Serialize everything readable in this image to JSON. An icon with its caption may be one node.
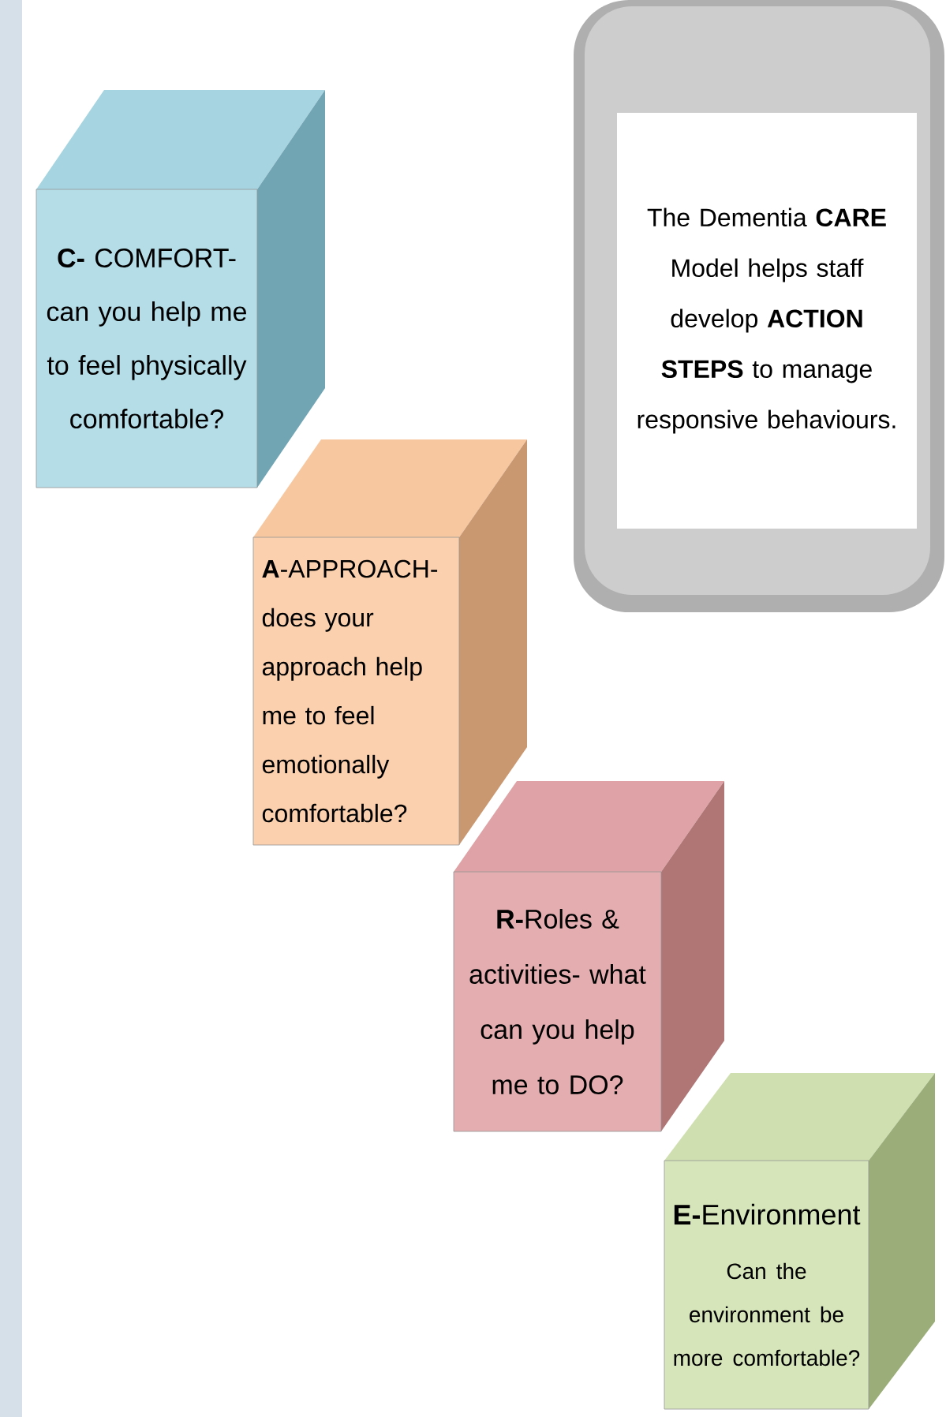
{
  "diagram": {
    "nodes": [
      {
        "text": [
          "**C-** COMFORT- can you help me to feel physically comfortable?"
        ]
      },
      {
        "text": [
          "**A**-APPROACH- does your approach help me to feel emotionally comfortable?"
        ]
      },
      {
        "text": [
          "**R-**Roles & activities- what can you help me to DO?"
        ]
      },
      {
        "text": [
          "**E-**Environment",
          "Can the environment be more comfortable?"
        ]
      },
      {
        "text": [
          "The Dementia **CARE** Model helps staff develop **ACTION STEPS** to manage responsive behaviours."
        ]
      }
    ]
  }
}
